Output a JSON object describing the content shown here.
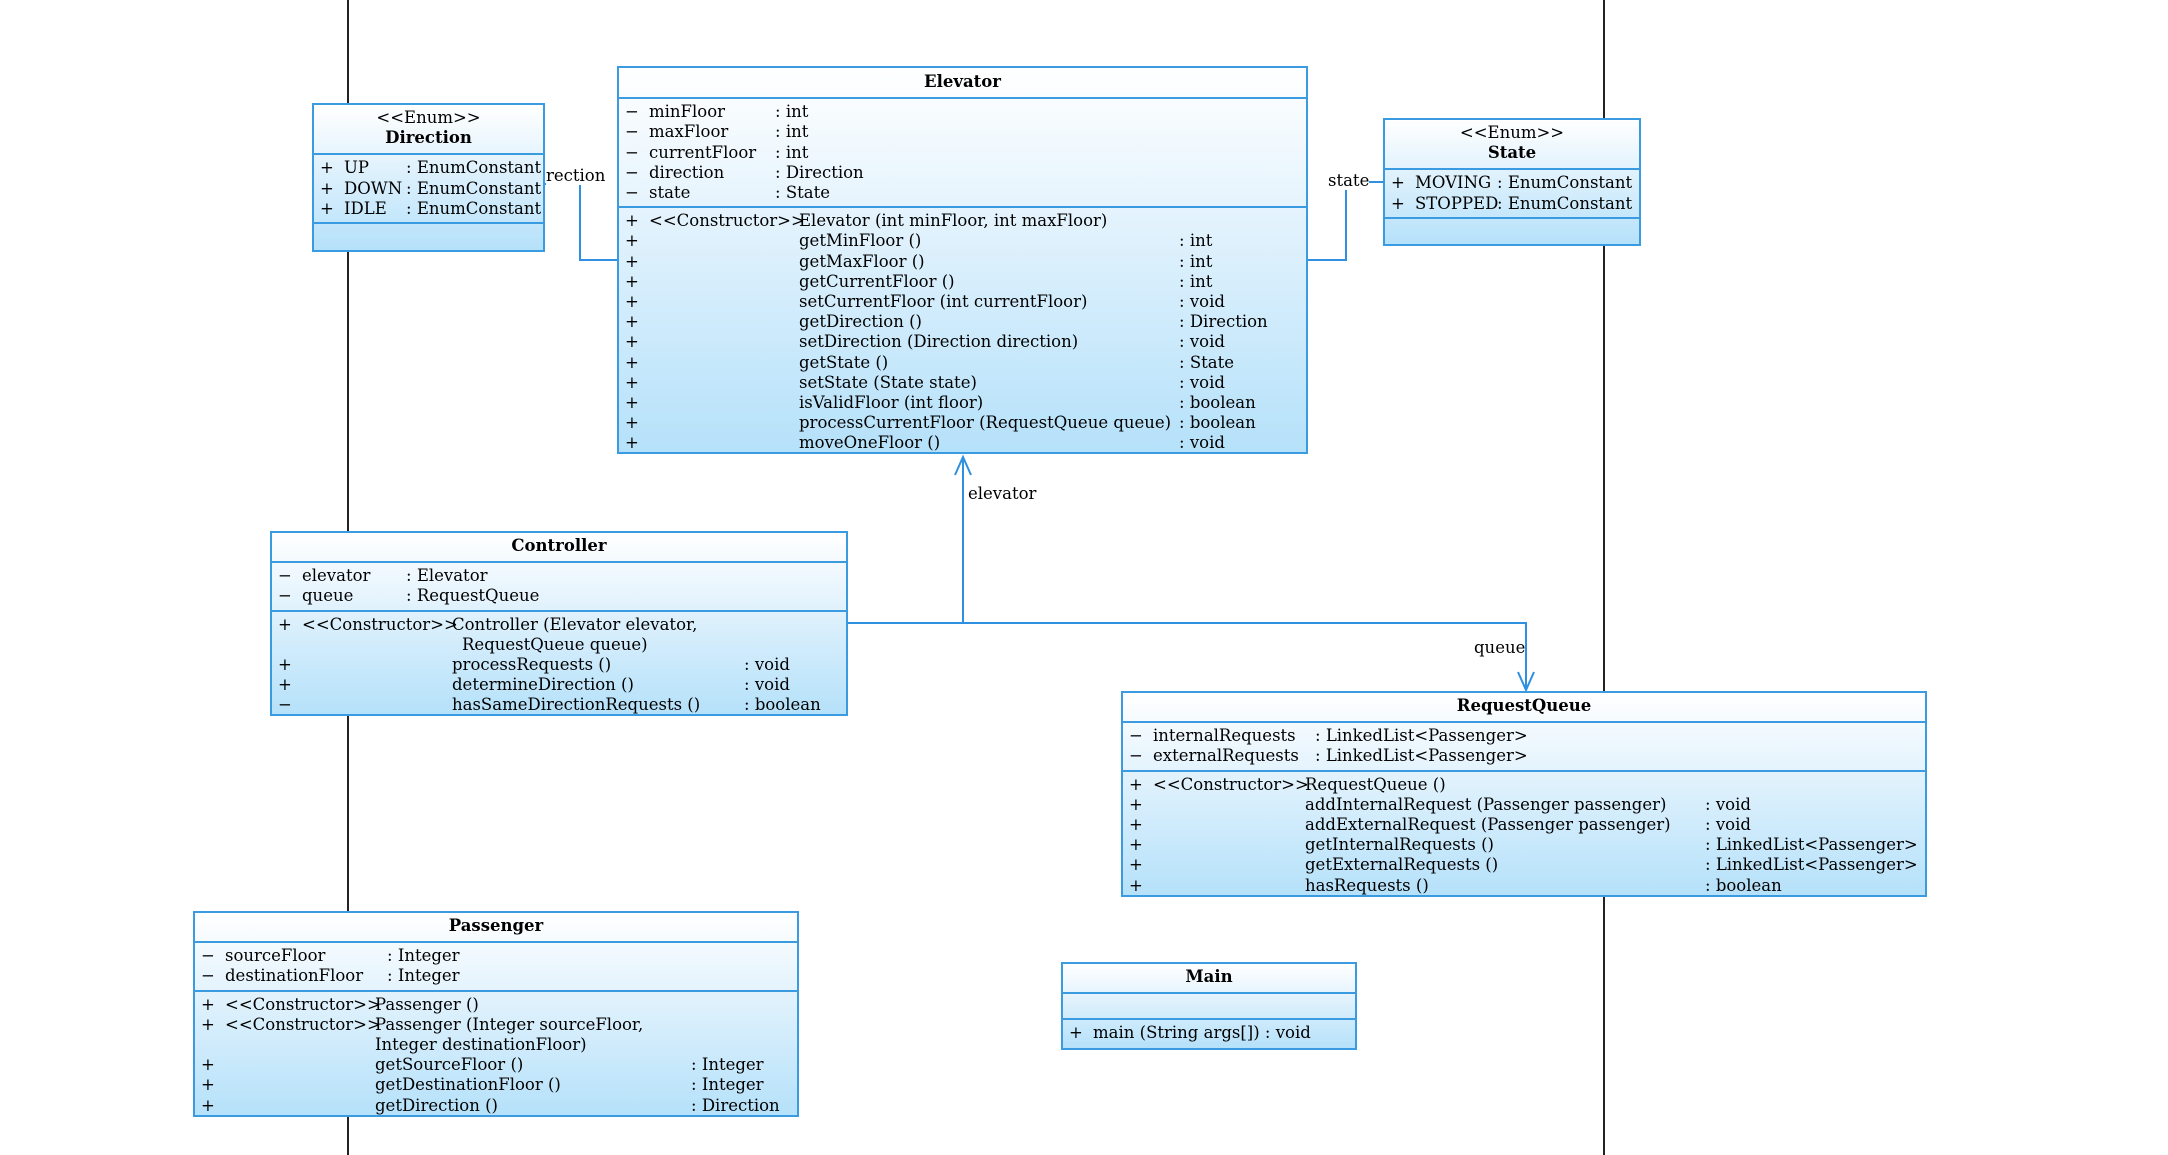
{
  "classes": {
    "direction": {
      "stereotype": "<<Enum>>",
      "name": "Direction",
      "attributes": [
        {
          "vis": "+",
          "name": "UP",
          "type": "EnumConstant"
        },
        {
          "vis": "+",
          "name": "DOWN",
          "type": "EnumConstant"
        },
        {
          "vis": "+",
          "name": "IDLE",
          "type": "EnumConstant"
        }
      ]
    },
    "elevator": {
      "name": "Elevator",
      "attributes": [
        {
          "vis": "−",
          "name": "minFloor",
          "type": "int"
        },
        {
          "vis": "−",
          "name": "maxFloor",
          "type": "int"
        },
        {
          "vis": "−",
          "name": "currentFloor",
          "type": "int"
        },
        {
          "vis": "−",
          "name": "direction",
          "type": "Direction"
        },
        {
          "vis": "−",
          "name": "state",
          "type": "State"
        }
      ],
      "constructor": {
        "vis": "+",
        "stereotype": "<<Constructor>>",
        "signature": "Elevator (int minFloor, int maxFloor)"
      },
      "methods": [
        {
          "vis": "+",
          "name": "getMinFloor ()",
          "type": "int"
        },
        {
          "vis": "+",
          "name": "getMaxFloor ()",
          "type": "int"
        },
        {
          "vis": "+",
          "name": "getCurrentFloor ()",
          "type": "int"
        },
        {
          "vis": "+",
          "name": "setCurrentFloor (int currentFloor)",
          "type": "void"
        },
        {
          "vis": "+",
          "name": "getDirection ()",
          "type": "Direction"
        },
        {
          "vis": "+",
          "name": "setDirection (Direction direction)",
          "type": "void"
        },
        {
          "vis": "+",
          "name": "getState ()",
          "type": "State"
        },
        {
          "vis": "+",
          "name": "setState (State state)",
          "type": "void"
        },
        {
          "vis": "+",
          "name": "isValidFloor (int floor)",
          "type": "boolean"
        },
        {
          "vis": "+",
          "name": "processCurrentFloor (RequestQueue queue)",
          "type": "boolean"
        },
        {
          "vis": "+",
          "name": "moveOneFloor ()",
          "type": "void"
        }
      ]
    },
    "state": {
      "stereotype": "<<Enum>>",
      "name": "State",
      "attributes": [
        {
          "vis": "+",
          "name": "MOVING",
          "type": "EnumConstant"
        },
        {
          "vis": "+",
          "name": "STOPPED",
          "type": "EnumConstant"
        }
      ]
    },
    "controller": {
      "name": "Controller",
      "attributes": [
        {
          "vis": "−",
          "name": "elevator",
          "type": "Elevator"
        },
        {
          "vis": "−",
          "name": "queue",
          "type": "RequestQueue"
        }
      ],
      "constructor": {
        "vis": "+",
        "stereotype": "<<Constructor>>",
        "signature": "Controller (Elevator elevator,",
        "signature2": "RequestQueue queue)"
      },
      "methods": [
        {
          "vis": "+",
          "name": "processRequests ()",
          "type": "void"
        },
        {
          "vis": "+",
          "name": "determineDirection ()",
          "type": "void"
        },
        {
          "vis": "−",
          "name": "hasSameDirectionRequests ()",
          "type": "boolean"
        }
      ]
    },
    "requestqueue": {
      "name": "RequestQueue",
      "attributes": [
        {
          "vis": "−",
          "name": "internalRequests",
          "type": "LinkedList<Passenger>"
        },
        {
          "vis": "−",
          "name": "externalRequests",
          "type": "LinkedList<Passenger>"
        }
      ],
      "constructor": {
        "vis": "+",
        "stereotype": "<<Constructor>>",
        "signature": "RequestQueue ()"
      },
      "methods": [
        {
          "vis": "+",
          "name": "addInternalRequest (Passenger passenger)",
          "type": "void"
        },
        {
          "vis": "+",
          "name": "addExternalRequest (Passenger passenger)",
          "type": "void"
        },
        {
          "vis": "+",
          "name": "getInternalRequests ()",
          "type": "LinkedList<Passenger>"
        },
        {
          "vis": "+",
          "name": "getExternalRequests ()",
          "type": "LinkedList<Passenger>"
        },
        {
          "vis": "+",
          "name": "hasRequests ()",
          "type": "boolean"
        }
      ]
    },
    "passenger": {
      "name": "Passenger",
      "attributes": [
        {
          "vis": "−",
          "name": "sourceFloor",
          "type": "Integer"
        },
        {
          "vis": "−",
          "name": "destinationFloor",
          "type": "Integer"
        }
      ],
      "constructor": {
        "vis": "+",
        "stereotype": "<<Constructor>>",
        "signature": "Passenger ()"
      },
      "constructor2": {
        "vis": "+",
        "stereotype": "<<Constructor>>",
        "signature": "Passenger (Integer sourceFloor,",
        "signature2": "Integer destinationFloor)"
      },
      "methods": [
        {
          "vis": "+",
          "name": "getSourceFloor ()",
          "type": "Integer"
        },
        {
          "vis": "+",
          "name": "getDestinationFloor ()",
          "type": "Integer"
        },
        {
          "vis": "+",
          "name": "getDirection ()",
          "type": "Direction"
        }
      ]
    },
    "main": {
      "name": "Main",
      "methods": [
        {
          "vis": "+",
          "name": "main (String args[])",
          "type": "void"
        }
      ]
    }
  },
  "associations": {
    "direction_label": "rection",
    "state_label": "state",
    "elevator_label": "elevator",
    "queue_label": "queue"
  },
  "colors": {
    "border": "#3a9be0",
    "fill_top": "#ffffff",
    "fill_bottom": "#b5e1fa",
    "connector": "#2f8fe0",
    "lifeline": "#222222"
  }
}
